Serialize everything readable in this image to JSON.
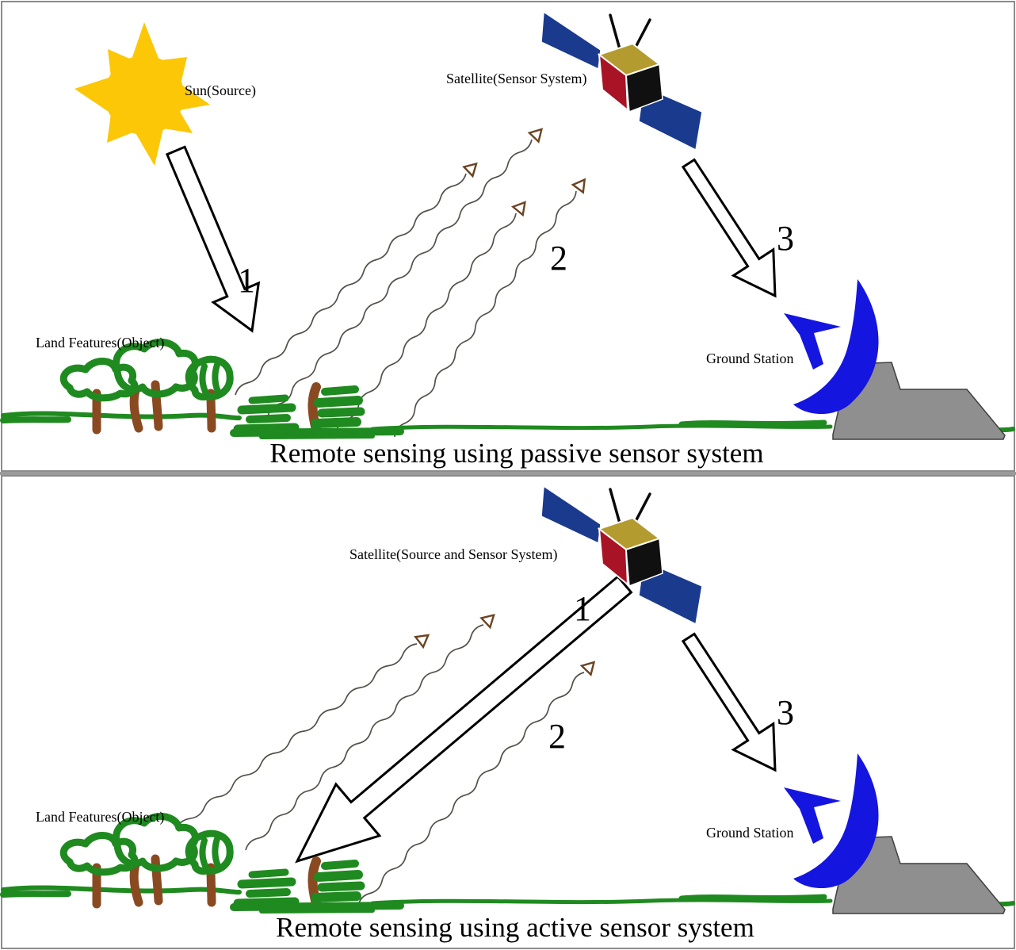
{
  "panels": [
    {
      "id": "passive",
      "title": "Remote sensing using passive sensor system",
      "labels": {
        "source": "Sun(Source)",
        "satellite": "Satellite(Sensor System)",
        "land": "Land Features(Object)",
        "ground_station": "Ground Station",
        "step1": "1",
        "step2": "2",
        "step3": "3"
      }
    },
    {
      "id": "active",
      "title": "Remote sensing using active sensor system",
      "labels": {
        "satellite": "Satellite(Source and Sensor System)",
        "land": "Land Features(Object)",
        "ground_station": "Ground Station",
        "step1": "1",
        "step2": "2",
        "step3": "3"
      }
    }
  ],
  "colors": {
    "background": "#ffffff",
    "panel_border": "#8c8c8c",
    "sun": "#FBC707",
    "solar_panel": "#1A3A8E",
    "satellite_front": "#A81425",
    "satellite_top": "#B49B2F",
    "satellite_side": "#101010",
    "vegetation": "#1F8A1F",
    "trunk": "#8A4A21",
    "dish": "#1515E0",
    "mountain": "#8F8F8F",
    "wave": "#55504a",
    "wave_arrowhead": "#6B4423",
    "arrow_fill": "#FFFFFF",
    "arrow_outline": "#000000",
    "text": "#000000"
  }
}
